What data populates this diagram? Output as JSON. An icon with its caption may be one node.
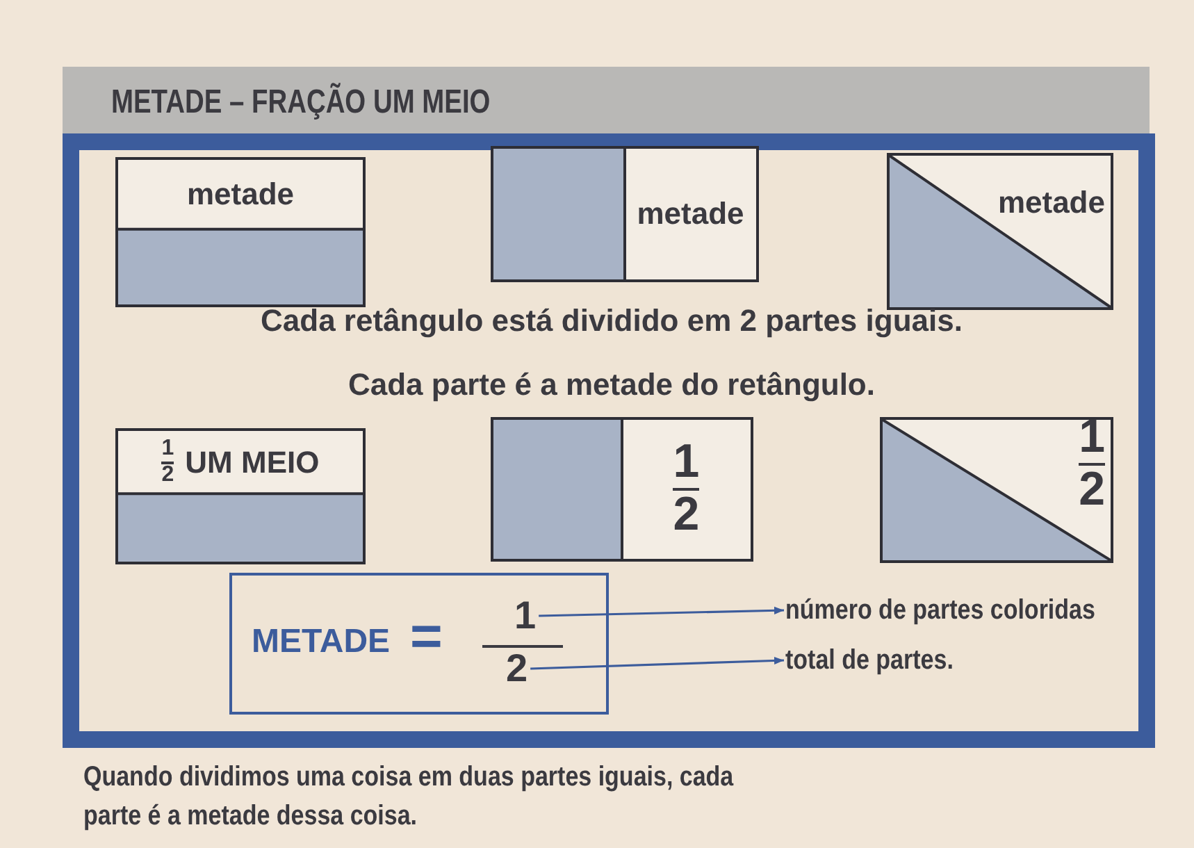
{
  "diagram": {
    "title": "METADE – FRAÇÃO UM MEIO",
    "nodes": [
      {
        "text": [
          "metade"
        ]
      },
      {
        "text": [
          "metade"
        ]
      },
      {
        "text": [
          "metade"
        ]
      },
      {
        "text": [
          "1",
          "2",
          "UM MEIO"
        ]
      },
      {
        "text": [
          "1",
          "2"
        ]
      },
      {
        "text": [
          "1",
          "2"
        ]
      },
      {
        "text": [
          "METADE",
          "="
        ]
      },
      {
        "text": [
          "1"
        ],
        "in": 6
      },
      {
        "text": [
          "2"
        ],
        "in": 6
      },
      {
        "text": [
          "número de partes coloridas"
        ]
      },
      {
        "text": [
          "total de partes."
        ]
      }
    ],
    "edges": [
      {
        "from": 7,
        "to": 9,
        "arrow": "to"
      },
      {
        "from": 8,
        "to": 10,
        "arrow": "to"
      }
    ],
    "labels": [
      "Cada retângulo está dividido em **2** partes iguais.",
      "Cada parte é a **metade** do retângulo."
    ],
    "caption": "Quando dividimos uma coisa em duas partes iguais, cada parte é a metade dessa coisa."
  }
}
